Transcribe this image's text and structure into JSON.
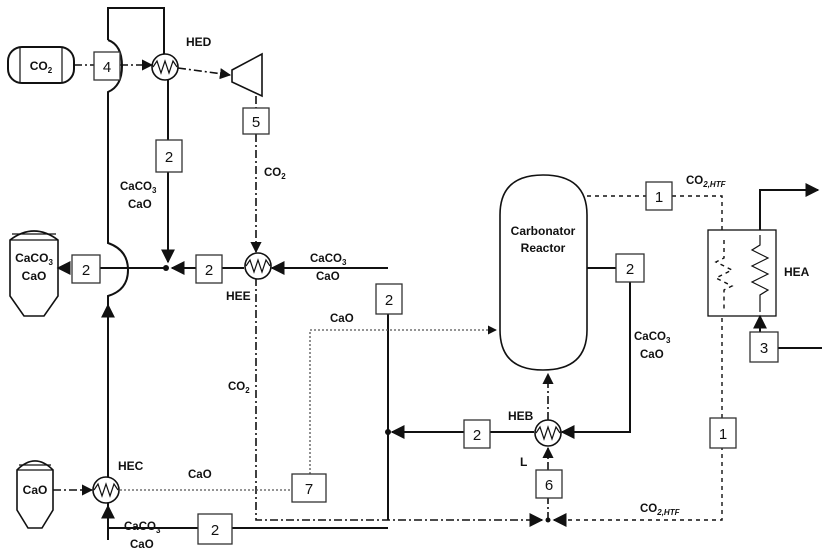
{
  "labels": {
    "hed": "HED",
    "hee": "HEE",
    "hec": "HEC",
    "heb": "HEB",
    "hea": "HEA",
    "l": "L",
    "reactor_line1": "Carbonator",
    "reactor_line2": "Reactor",
    "co2_tank": "CO",
    "co2_tank_sub": "2",
    "silo_caco3": "CaCO",
    "silo_caco3_sub": "3",
    "silo_cao": "CaO",
    "cao_silo": "CaO",
    "co2_stream_top": "CO",
    "co2_stream_top_sub": "2",
    "co2_stream_left": "CO",
    "co2_stream_left_sub": "2",
    "co2_htf_top": "CO",
    "co2_htf_top_sub": "2,HTF",
    "co2_htf_bottom": "CO",
    "co2_htf_bottom_sub": "2,HTF",
    "caco3_cao_left_1": "CaCO",
    "caco3_cao_left_1_sub": "3",
    "caco3_cao_left_2": "CaO",
    "caco3_cao_mid_1": "CaCO",
    "caco3_cao_mid_1_sub": "3",
    "caco3_cao_mid_2": "CaO",
    "caco3_cao_right_1": "CaCO",
    "caco3_cao_right_1_sub": "3",
    "caco3_cao_right_2": "CaO",
    "caco3_cao_bottom_1": "CaCO",
    "caco3_cao_bottom_1_sub": "3",
    "caco3_cao_bottom_2": "CaO",
    "cao_top": "CaO",
    "cao_bottom": "CaO"
  },
  "equipment_boxes": [
    {
      "id": "box-4",
      "label": "4"
    },
    {
      "id": "box-2-hed",
      "label": "2"
    },
    {
      "id": "box-5",
      "label": "5"
    },
    {
      "id": "box-2-silo",
      "label": "2"
    },
    {
      "id": "box-2-hee",
      "label": "2"
    },
    {
      "id": "box-2-riser",
      "label": "2"
    },
    {
      "id": "box-1-top",
      "label": "1"
    },
    {
      "id": "box-2-reactor",
      "label": "2"
    },
    {
      "id": "box-3",
      "label": "3"
    },
    {
      "id": "box-2-heb",
      "label": "2"
    },
    {
      "id": "box-1-bottom",
      "label": "1"
    },
    {
      "id": "box-6",
      "label": "6"
    },
    {
      "id": "box-7",
      "label": "7"
    },
    {
      "id": "box-2-bottom",
      "label": "2"
    }
  ]
}
